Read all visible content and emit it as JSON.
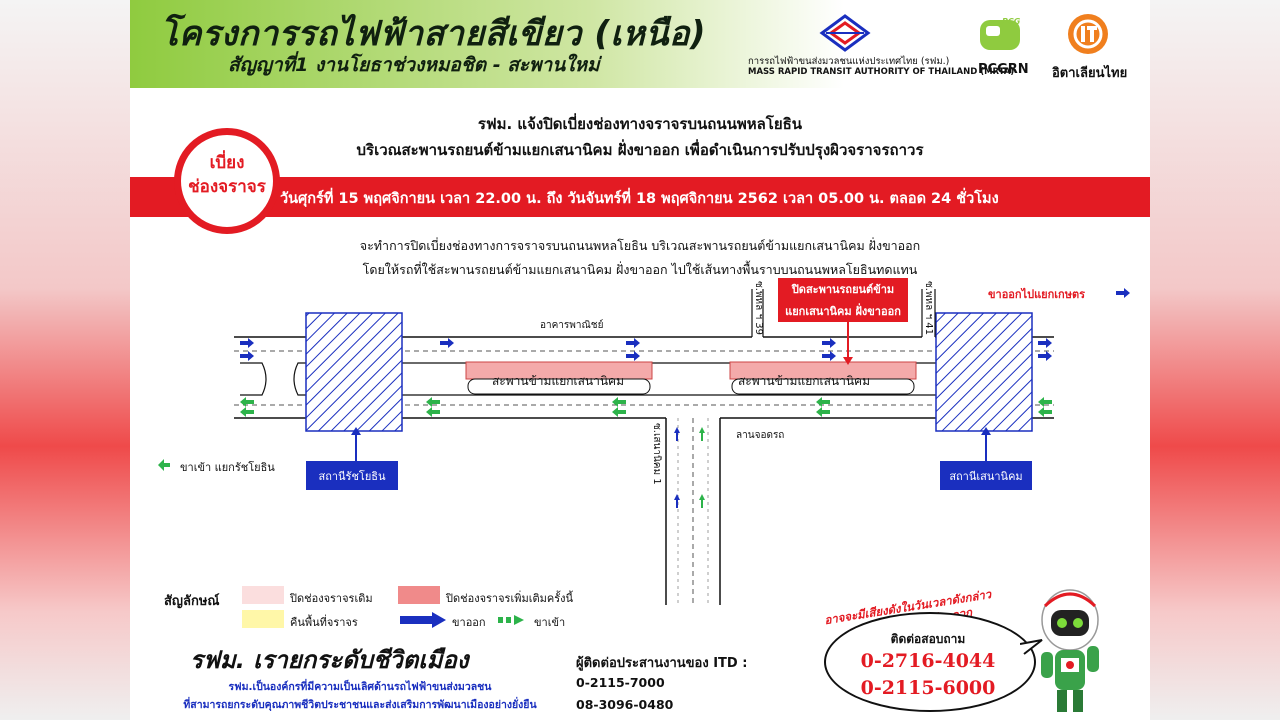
{
  "header": {
    "project_title": "โครงการรถไฟฟ้าสายสีเขียว (เหนือ)",
    "contract_line": "สัญญาที่1 งานโยธาช่วงหมอชิต - สะพานใหม่",
    "mrta_name_th": "การรถไฟฟ้าขนส่งมวลชนแห่งประเทศไทย (รฟม.)",
    "mrta_name_en": "MASS RAPID TRANSIT AUTHORITY OF THAILAND (MRTA)",
    "pcgrn_label": "PCGRN",
    "itd_label": "อิตาเลียนไทย",
    "colors": {
      "brand_green": "#8fcb3f",
      "alert_red": "#e31b23",
      "road_blue": "#1a2fbf"
    }
  },
  "notice": {
    "title_line1": "รฟม. แจ้งปิดเบี่ยงช่องทางจราจรบนถนนพหลโยธิน",
    "title_line2": "บริเวณสะพานรถยนต์ข้ามแยกเสนานิคม ฝั่งขาออก เพื่อดำเนินการปรับปรุงผิวจราจรถาวร",
    "badge_line1": "เบี่ยง",
    "badge_line2": "ช่องจราจร",
    "schedule": "วันศุกร์ที่ 15 พฤศจิกายน เวลา 22.00 น. ถึง วันจันทร์ที่ 18 พฤศจิกายน 2562 เวลา 05.00 น. ตลอด 24 ชั่วโมง",
    "desc_line1": "จะทำการปิดเบี่ยงช่องทางการจราจรบนถนนพหลโยธิน บริเวณสะพานรถยนต์ข้ามแยกเสนานิคม ฝั่งขาออก",
    "desc_line2": "โดยให้รถที่ใช้สะพานรถยนต์ข้ามแยกเสนานิคม ฝั่งขาออก ไปใช้เส้นทางพื้นราบบนถนนพหลโยธินทดแทน"
  },
  "diagram": {
    "soi_39": "ซ.พหล ฯ 39",
    "soi_41": "ซ.พหล ฯ 41",
    "soi_senanikhom": "ซ.เสนานิคม 1",
    "closure_line1": "ปิดสะพานรถยนต์ข้าม",
    "closure_line2": "แยกเสนานิคม ฝั่งขาออก",
    "outbound_dest": "ขาออกไปแยกเกษตร",
    "building": "อาคารพาณิชย์",
    "bridge_label": "สะพานข้ามแยกเสนานิคม",
    "parking": "ลานจอดรถ",
    "inbound_dest": "ขาเข้า แยกรัชโยธิน",
    "station_left": "สถานีรัชโยธิน",
    "station_right": "สถานีเสนานิคม"
  },
  "legend": {
    "title": "สัญลักษณ์",
    "closed_original": "ปิดช่องจราจรเดิม",
    "closed_additional": "ปิดช่องจราจรเพิ่มเติมครั้งนี้",
    "returned_area": "คืนพื้นที่จราจร",
    "outbound": "ขาออก",
    "inbound": "ขาเข้า"
  },
  "footer": {
    "slogan": "รฟม. เรายกระดับชีวิตเมือง",
    "sub_line1": "รฟม.เป็นองค์กรที่มีความเป็นเลิศด้านรถไฟฟ้าขนส่งมวลชน",
    "sub_line2": "ที่สามารถยกระดับคุณภาพชีวิตประชาชนและส่งเสริมการพัฒนาเมืองอย่างยั่งยืน",
    "coord_label": "ผู้ติดต่อประสานงานของ ITD :",
    "phone_a": "0-2115-7000",
    "phone_b": "08-3096-0480",
    "inquiry_label": "ติดต่อสอบถาม",
    "phone_c": "0-2716-4044",
    "phone_d": "0-2115-6000",
    "warning_line1": "อาจจะมีเสียงดังในวันเวลาดังกล่าว",
    "warning_line2": "ขออภัยในความไม่สะดวก"
  }
}
